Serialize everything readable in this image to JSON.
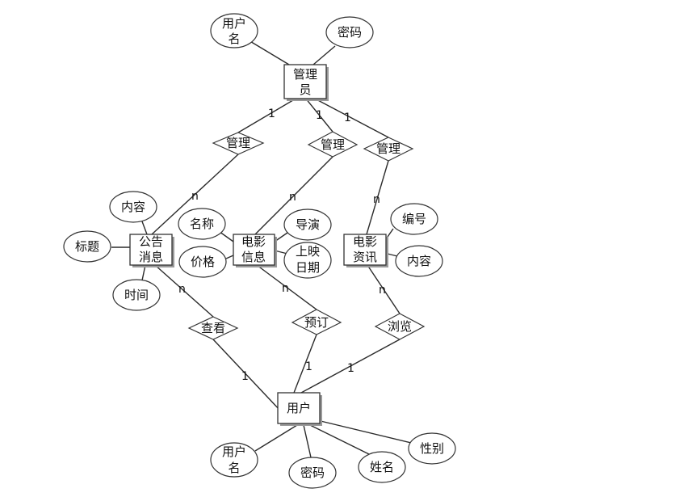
{
  "entities": {
    "admin": {
      "lines": [
        "管理",
        "员"
      ]
    },
    "notice": {
      "lines": [
        "公告",
        "消息"
      ]
    },
    "movie": {
      "lines": [
        "电影",
        "信息"
      ]
    },
    "news": {
      "lines": [
        "电影",
        "资讯"
      ]
    },
    "user": {
      "lines": [
        "用户"
      ]
    }
  },
  "attributes": {
    "admin_username": {
      "lines": [
        "用户",
        "名"
      ]
    },
    "admin_password": {
      "lines": [
        "密码"
      ]
    },
    "notice_content": {
      "lines": [
        "内容"
      ]
    },
    "notice_title": {
      "lines": [
        "标题"
      ]
    },
    "notice_time": {
      "lines": [
        "时间"
      ]
    },
    "movie_name": {
      "lines": [
        "名称"
      ]
    },
    "movie_price": {
      "lines": [
        "价格"
      ]
    },
    "movie_director": {
      "lines": [
        "导演"
      ]
    },
    "movie_release": {
      "lines": [
        "上映",
        "日期"
      ]
    },
    "news_number": {
      "lines": [
        "编号"
      ]
    },
    "news_content": {
      "lines": [
        "内容"
      ]
    },
    "user_username": {
      "lines": [
        "用户",
        "名"
      ]
    },
    "user_password": {
      "lines": [
        "密码"
      ]
    },
    "user_name": {
      "lines": [
        "姓名"
      ]
    },
    "user_gender": {
      "lines": [
        "性别"
      ]
    }
  },
  "relationships": {
    "manage_notice": {
      "label": "管理"
    },
    "manage_movie": {
      "label": "管理"
    },
    "manage_news": {
      "label": "管理"
    },
    "view": {
      "label": "查看"
    },
    "order": {
      "label": "预订"
    },
    "browse": {
      "label": "浏览"
    }
  },
  "cardinalities": {
    "admin_manage_notice": "1",
    "admin_manage_movie": "1",
    "admin_manage_news": "1",
    "manage_notice_n": "n",
    "manage_movie_n": "n",
    "manage_news_n": "n",
    "notice_view_n": "n",
    "movie_order_n": "n",
    "news_browse_n": "n",
    "view_user_1": "1",
    "order_user_1": "1",
    "browse_user_1": "1"
  }
}
